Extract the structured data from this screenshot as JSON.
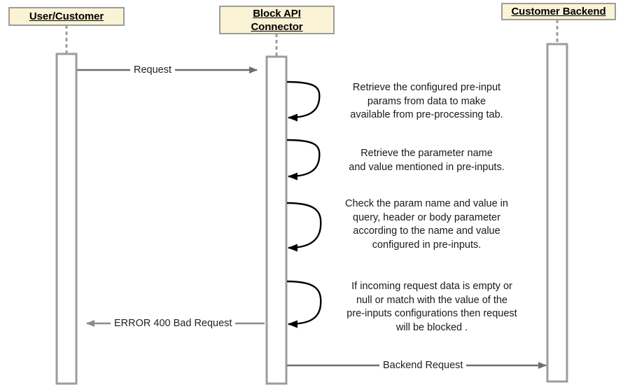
{
  "diagram": {
    "type": "uml-sequence-diagram",
    "background_color": "#ffffff",
    "colors": {
      "header_fill": "#fbf3d5",
      "header_border": "#9c9c9c",
      "activation_fill": "#ffffff",
      "activation_border": "#9c9c9c",
      "lifeline_dash": "#9c9c9c",
      "message_line": "#6e6e6e",
      "self_message_line": "#000000",
      "text": "#000000"
    },
    "participants": [
      {
        "id": "user",
        "label": "User/Customer"
      },
      {
        "id": "block_api",
        "label": "Block API\nConnector"
      },
      {
        "id": "backend",
        "label": "Customer Backend"
      }
    ],
    "messages": [
      {
        "id": "msg-request",
        "kind": "call",
        "from": "user",
        "to": "block_api",
        "label": "Request",
        "direction": "right"
      },
      {
        "id": "msg-self-1",
        "kind": "self",
        "from": "block_api",
        "to": "block_api",
        "label": "Retrieve the configured pre-input\nparams from data to make\navailable from pre-processing tab."
      },
      {
        "id": "msg-self-2",
        "kind": "self",
        "from": "block_api",
        "to": "block_api",
        "label": "Retrieve the parameter name\nand value mentioned in pre-inputs."
      },
      {
        "id": "msg-self-3",
        "kind": "self",
        "from": "block_api",
        "to": "block_api",
        "label": "Check the param name and value in\nquery, header or body parameter\naccording to the name and value\nconfigured in pre-inputs."
      },
      {
        "id": "msg-self-4",
        "kind": "self",
        "from": "block_api",
        "to": "block_api",
        "label": "If incoming request data is empty or\nnull or match with the value of the\npre-inputs configurations then request\nwill be blocked ."
      },
      {
        "id": "msg-error",
        "kind": "return",
        "from": "block_api",
        "to": "user",
        "label": "ERROR 400 Bad Request",
        "direction": "left"
      },
      {
        "id": "msg-backend-request",
        "kind": "call",
        "from": "block_api",
        "to": "backend",
        "label": "Backend Request",
        "direction": "right"
      }
    ]
  }
}
